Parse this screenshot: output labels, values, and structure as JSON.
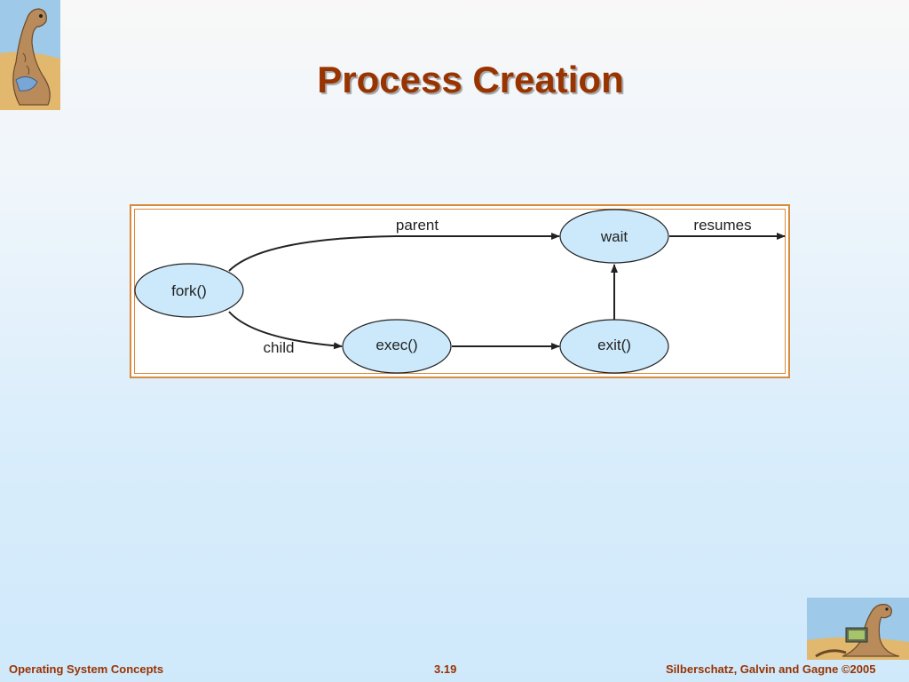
{
  "slide": {
    "title": "Process Creation"
  },
  "diagram": {
    "nodes": {
      "fork": "fork()",
      "exec": "exec()",
      "wait": "wait",
      "exit": "exit()"
    },
    "edges": {
      "parent": "parent",
      "child": "child",
      "resumes": "resumes"
    },
    "colors": {
      "node_fill": "#cce9fb",
      "frame_border": "#d98a3a",
      "arrow": "#222222"
    }
  },
  "footer": {
    "left": "Operating System Concepts",
    "center": "3.19",
    "right": "Silberschatz, Galvin and Gagne ©2005"
  },
  "colors": {
    "title": "#993300",
    "footer": "#993300"
  }
}
